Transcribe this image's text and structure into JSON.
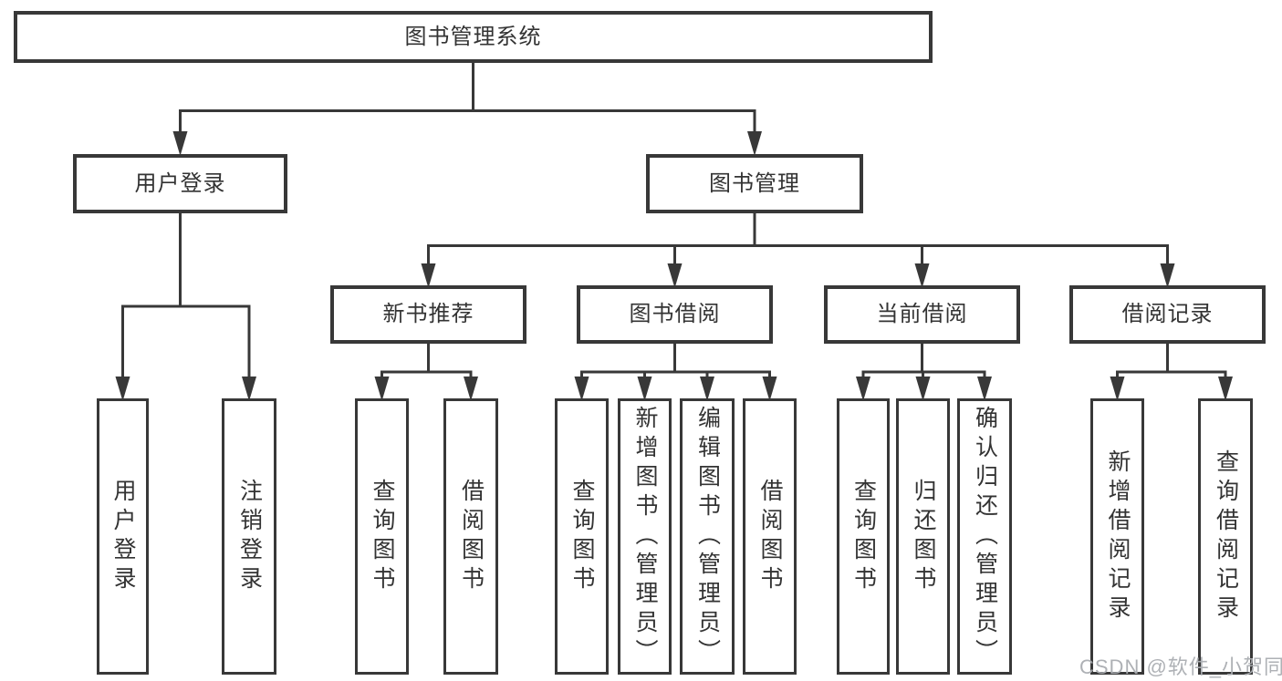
{
  "tree": {
    "label": "图书管理系统",
    "children": [
      {
        "label": "用户登录",
        "children": [
          {
            "label": "用户登录"
          },
          {
            "label": "注销登录"
          }
        ]
      },
      {
        "label": "图书管理",
        "children": [
          {
            "label": "新书推荐",
            "children": [
              {
                "label": "查询图书"
              },
              {
                "label": "借阅图书"
              }
            ]
          },
          {
            "label": "图书借阅",
            "children": [
              {
                "label": "查询图书"
              },
              {
                "label": "新增图书（管理员）"
              },
              {
                "label": "编辑图书（管理员）"
              },
              {
                "label": "借阅图书"
              }
            ]
          },
          {
            "label": "当前借阅",
            "children": [
              {
                "label": "查询图书"
              },
              {
                "label": "归还图书"
              },
              {
                "label": "确认归还（管理员）"
              }
            ]
          },
          {
            "label": "借阅记录",
            "children": [
              {
                "label": "新增借阅记录"
              },
              {
                "label": "查询借阅记录"
              }
            ]
          }
        ]
      }
    ]
  },
  "watermark": {
    "text": "CSDN @软件_小贺同学"
  },
  "colors": {
    "line": "#383838",
    "text": "#333333",
    "watermark": "#aaadb2",
    "background": "#ffffff"
  }
}
